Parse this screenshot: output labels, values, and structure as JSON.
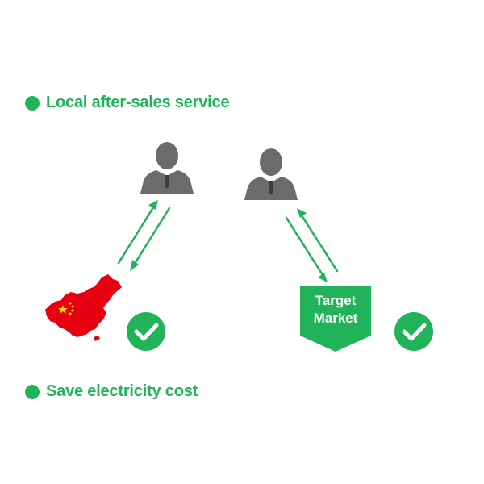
{
  "bullets": [
    {
      "label": "Local after-sales service"
    },
    {
      "label": "Save electricity cost"
    }
  ],
  "target_market": {
    "line1": "Target",
    "line2": "Market"
  },
  "icons": {
    "person_left": "person-icon",
    "person_right": "person-icon",
    "china_map": "china-map-icon",
    "check_left": "check-circle-icon",
    "check_right": "check-circle-icon"
  },
  "colors": {
    "accent_green": "#21b35a",
    "person_gray": "#6b6b6b",
    "map_red": "#e60012",
    "star_yellow": "#ffde00"
  }
}
